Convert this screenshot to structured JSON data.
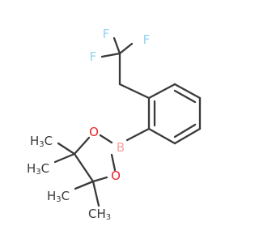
{
  "molecule": {
    "atoms": {
      "f1": {
        "element": "F",
        "label": "F",
        "color": "#8fd4f2"
      },
      "f2": {
        "element": "F",
        "label": "F",
        "color": "#8fd4f2"
      },
      "f3": {
        "element": "F",
        "label": "F",
        "color": "#8fd4f2"
      },
      "boron": {
        "element": "B",
        "label": "B",
        "color": "#f7a1a1"
      },
      "o1": {
        "element": "O",
        "label": "O",
        "color": "#e8232b"
      },
      "o2": {
        "element": "O",
        "label": "O",
        "color": "#e8232b"
      }
    },
    "methyls": {
      "m1": {
        "label": "H",
        "sub": "3",
        "suffix": "C"
      },
      "m2": {
        "label": "H",
        "sub": "3",
        "suffix": "C"
      },
      "m3": {
        "label": "H",
        "sub": "3",
        "suffix": "C"
      },
      "m4": {
        "label": "CH",
        "sub": "3",
        "suffix": ""
      }
    },
    "bond_color": "#3a3a3a"
  }
}
